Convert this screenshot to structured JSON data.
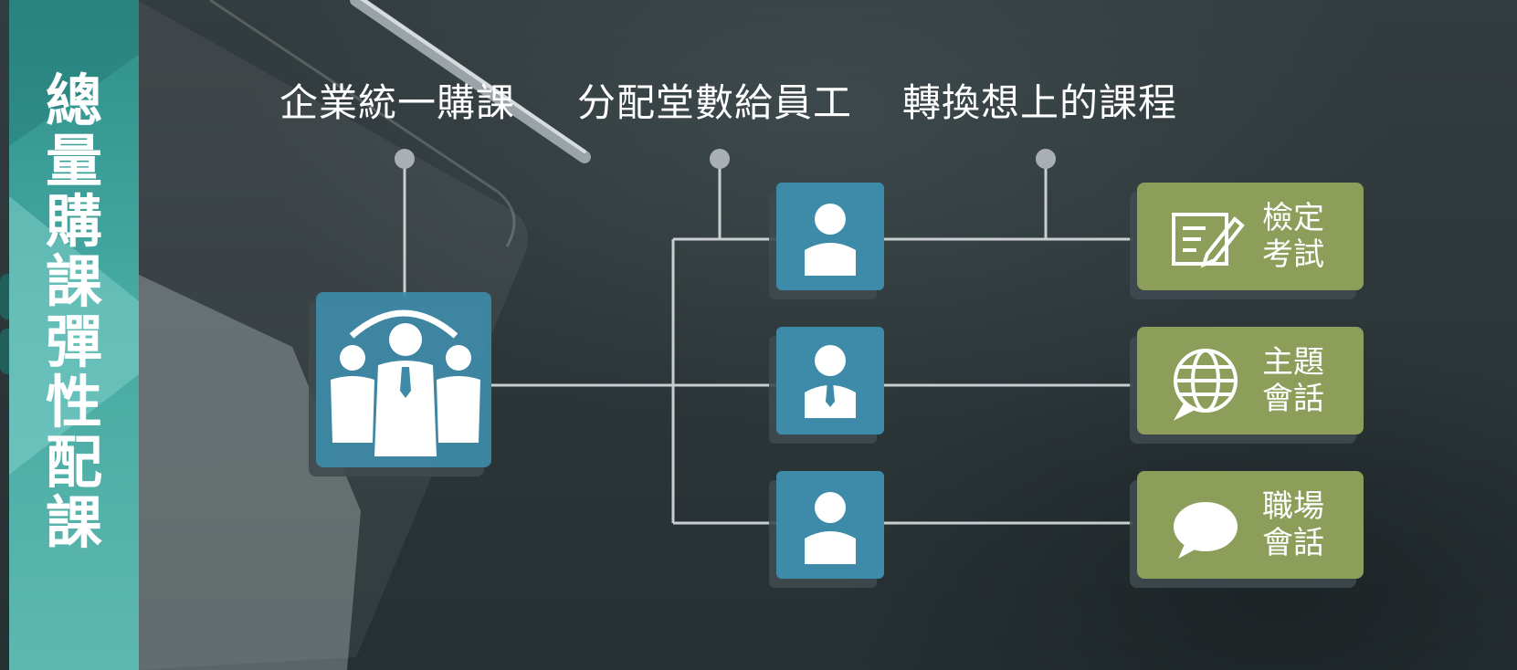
{
  "side_title": "總量購課彈性配課",
  "steps": [
    {
      "label": "企業統一購課"
    },
    {
      "label": "分配堂數給員工"
    },
    {
      "label": "轉換想上的課程"
    }
  ],
  "courses": [
    {
      "line1": "檢定",
      "line2": "考試",
      "icon": "exam-pencil-icon"
    },
    {
      "line1": "主題",
      "line2": "會話",
      "icon": "globe-chat-icon"
    },
    {
      "line1": "職場",
      "line2": "會話",
      "icon": "speech-bubble-icon"
    }
  ],
  "colors": {
    "banner": "#46a9a2",
    "employee_tile": "#3d8ba8",
    "course_tile": "#8c9e5a",
    "connector": "#c9ced0"
  }
}
